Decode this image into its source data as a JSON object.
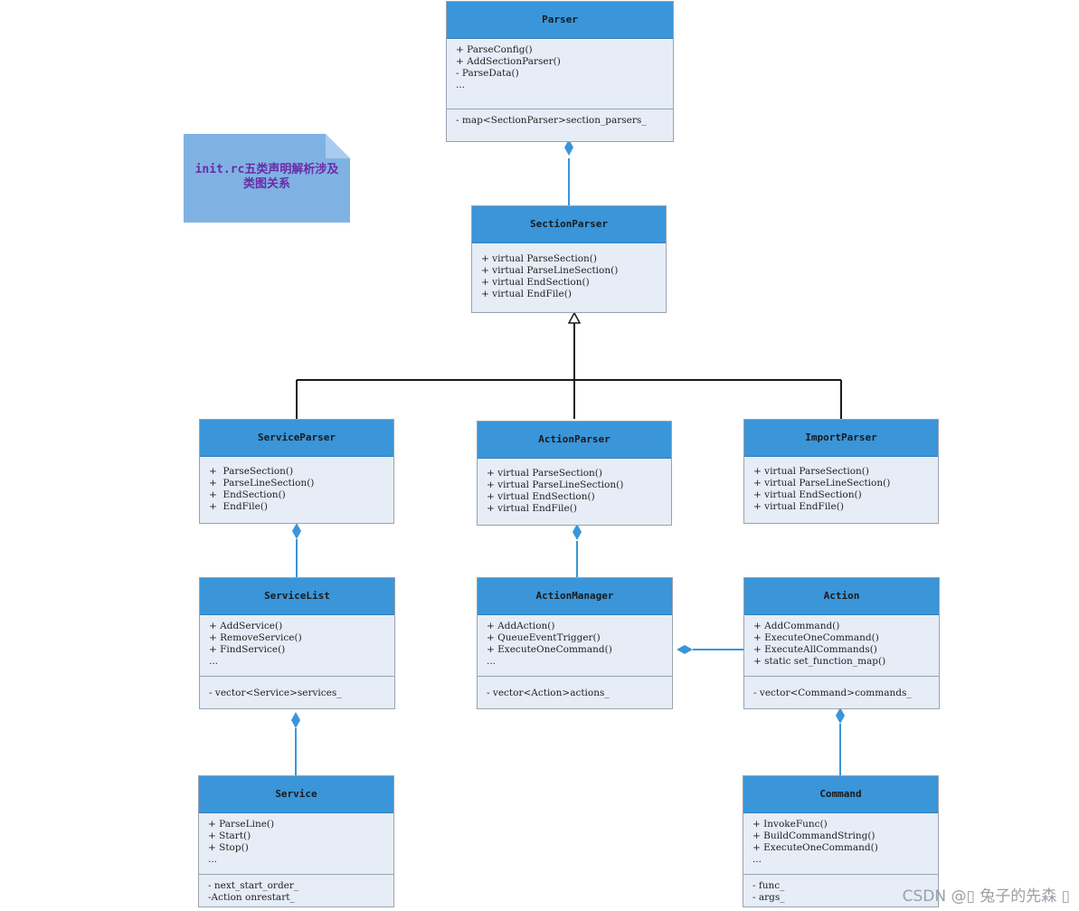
{
  "note": {
    "text_line1": "init.rc五类声明解析涉及",
    "text_line2": "类图关系"
  },
  "classes": {
    "parser": {
      "name": "Parser",
      "methods": [
        "+ ParseConfig()",
        "+ AddSectionParser()",
        "- ParseData()",
        "..."
      ],
      "fields": [
        "- map<SectionParser>section_parsers_"
      ]
    },
    "section_parser": {
      "name": "SectionParser",
      "methods": [
        "+ virtual ParseSection()",
        "+ virtual ParseLineSection()",
        "+ virtual EndSection()",
        "+ virtual EndFile()"
      ]
    },
    "service_parser": {
      "name": "ServiceParser",
      "methods": [
        "+  ParseSection()",
        "+  ParseLineSection()",
        "+  EndSection()",
        "+  EndFile()"
      ]
    },
    "action_parser": {
      "name": "ActionParser",
      "methods": [
        "+ virtual ParseSection()",
        "+ virtual ParseLineSection()",
        "+ virtual EndSection()",
        "+ virtual EndFile()"
      ]
    },
    "import_parser": {
      "name": "ImportParser",
      "methods": [
        "+ virtual ParseSection()",
        "+ virtual ParseLineSection()",
        "+ virtual EndSection()",
        "+ virtual EndFile()"
      ]
    },
    "service_list": {
      "name": "ServiceList",
      "methods": [
        "+ AddService()",
        "+ RemoveService()",
        "+ FindService()",
        "..."
      ],
      "fields": [
        "- vector<Service>services_"
      ]
    },
    "action_manager": {
      "name": "ActionManager",
      "methods": [
        "+ AddAction()",
        "+ QueueEventTrigger()",
        "+ ExecuteOneCommand()",
        "..."
      ],
      "fields": [
        "- vector<Action>actions_"
      ]
    },
    "action": {
      "name": "Action",
      "methods": [
        "+ AddCommand()",
        "+ ExecuteOneCommand()",
        "+ ExecuteAllCommands()",
        "+ static set_function_map()"
      ],
      "fields": [
        "- vector<Command>commands_"
      ]
    },
    "service": {
      "name": "Service",
      "methods": [
        "+ ParseLine()",
        "+ Start()",
        "+ Stop()",
        "..."
      ],
      "fields": [
        "- next_start_order_",
        "-Action onrestart_"
      ]
    },
    "command": {
      "name": "Command",
      "methods": [
        "+ InvokeFunc()",
        "+ BuildCommandString()",
        "+ ExecuteOneCommand()",
        "..."
      ],
      "fields": [
        "- func_",
        "- args_"
      ]
    }
  },
  "relations": [
    {
      "type": "composition",
      "from": "section_parser",
      "to": "parser"
    },
    {
      "type": "inheritance",
      "from": "service_parser",
      "to": "section_parser"
    },
    {
      "type": "inheritance",
      "from": "action_parser",
      "to": "section_parser"
    },
    {
      "type": "inheritance",
      "from": "import_parser",
      "to": "section_parser"
    },
    {
      "type": "composition",
      "from": "service_list",
      "to": "service_parser"
    },
    {
      "type": "composition",
      "from": "action_manager",
      "to": "action_parser"
    },
    {
      "type": "composition",
      "from": "service",
      "to": "service_list"
    },
    {
      "type": "composition",
      "from": "action",
      "to": "action_manager"
    },
    {
      "type": "composition",
      "from": "command",
      "to": "action"
    }
  ],
  "colors": {
    "header": "#3a95d9",
    "body": "#e6edf7",
    "connector": "#3a95d9",
    "inheritance": "#1a1a1a",
    "note": "#7fb2e3",
    "note_text": "#6a2aa6"
  },
  "watermark": "CSDN @▯ 兔子的先森 ▯"
}
